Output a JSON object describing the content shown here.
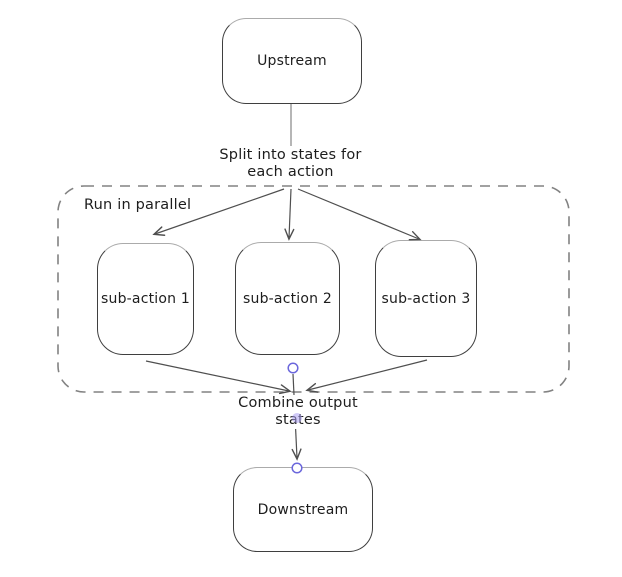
{
  "nodes": {
    "upstream": {
      "label": "Upstream"
    },
    "sub1": {
      "label": "sub-action 1"
    },
    "sub2": {
      "label": "sub-action 2"
    },
    "sub3": {
      "label": "sub-action 3"
    },
    "downstream": {
      "label": "Downstream"
    }
  },
  "labels": {
    "split": "Split into states for\neach action",
    "combine": "Combine output\nstates",
    "parallel": "Run in parallel"
  },
  "colors": {
    "background": "#ffffff",
    "text": "#1d1d1d",
    "node_stroke": "#3f3f3f",
    "node_stroke_light": "#ababab",
    "arrow": "#4f4f4f",
    "connector": "#9e9e9e",
    "dashed_border": "#828282",
    "handle_stroke": "#6b67dc",
    "handle_fill": "#aa9ef0"
  }
}
